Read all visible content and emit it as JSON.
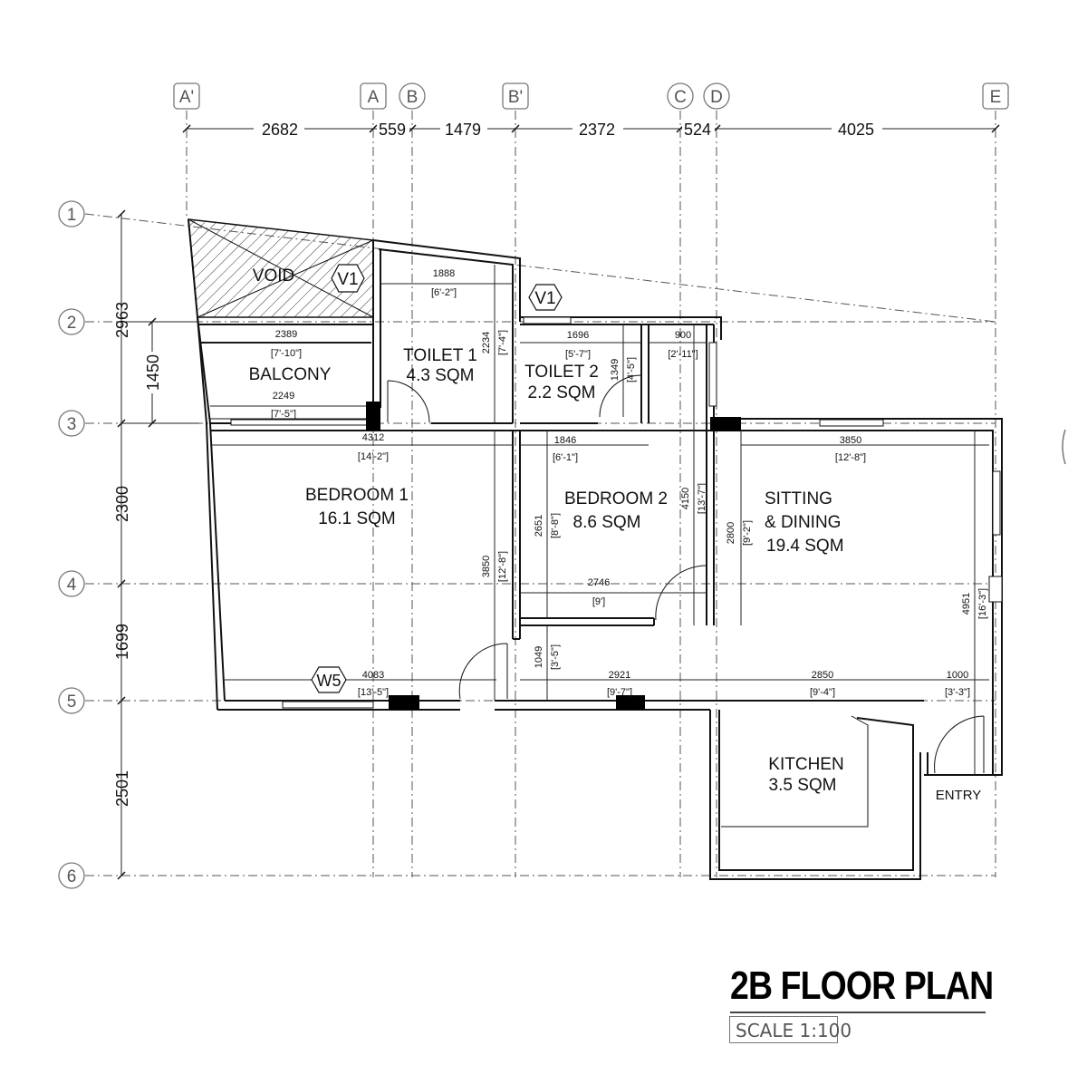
{
  "title": "2B FLOOR PLAN",
  "scale": "SCALE 1:100",
  "column_axes": [
    "A'",
    "A",
    "B",
    "B'",
    "C",
    "D",
    "E"
  ],
  "row_axes": [
    "1",
    "2",
    "3",
    "4",
    "5",
    "6"
  ],
  "top_dimensions": [
    "2682",
    "559",
    "1479",
    "2372",
    "524",
    "4025"
  ],
  "left_dimensions": {
    "outer": [
      "2963",
      "2300",
      "1699",
      "2501"
    ],
    "inner": "1450"
  },
  "rooms": {
    "void": "VOID",
    "balcony": "BALCONY",
    "toilet1": {
      "name": "TOILET 1",
      "area": "4.3 SQM"
    },
    "toilet2": {
      "name": "TOILET 2",
      "area": "2.2 SQM"
    },
    "bedroom1": {
      "name": "BEDROOM 1",
      "area": "16.1 SQM"
    },
    "bedroom2": {
      "name": "BEDROOM 2",
      "area": "8.6 SQM"
    },
    "sitting": {
      "name1": "SITTING",
      "name2": "& DINING",
      "area": "19.4 SQM"
    },
    "kitchen": {
      "name": "KITCHEN",
      "area": "3.5 SQM"
    },
    "entry": "ENTRY"
  },
  "tags": {
    "v1_a": "V1",
    "v1_b": "V1",
    "w5": "W5"
  },
  "inner_dimensions": {
    "d1888": "1888",
    "d1888_i": "[6'-2\"]",
    "d2389": "2389",
    "d2389_i": "[7'-10\"]",
    "d2249": "2249",
    "d2249_i": "[7'-5\"]",
    "d1696": "1696",
    "d1696_i": "[5'-7\"]",
    "d900": "900",
    "d900_i": "[2'-11\"]",
    "d2234": "2234",
    "d2234_i": "[7'-4\"]",
    "d1349": "1349",
    "d1349_i": "[4'-5\"]",
    "d4312": "4312",
    "d4312_i": "[14'-2\"]",
    "d1846": "1846",
    "d1846_i": "[6'-1\"]",
    "d3850a": "3850",
    "d3850a_i": "[12'-8\"]",
    "d4150": "4150",
    "d4150_i": "[13'-7\"]",
    "d2651": "2651",
    "d2651_i": "[8'-8\"]",
    "d2800": "2800",
    "d2800_i": "[9'-2\"]",
    "d3850b": "3850",
    "d3850b_i": "[12'-8\"]",
    "d2746": "2746",
    "d2746_i": "[9']",
    "d4951": "4951",
    "d4951_i": "[16'-3\"]",
    "d1049": "1049",
    "d1049_i": "[3'-5\"]",
    "d4083": "4083",
    "d4083_i": "[13'-5\"]",
    "d2921": "2921",
    "d2921_i": "[9'-7\"]",
    "d2850": "2850",
    "d2850_i": "[9'-4\"]",
    "d1000": "1000",
    "d1000_i": "[3'-3\"]"
  }
}
